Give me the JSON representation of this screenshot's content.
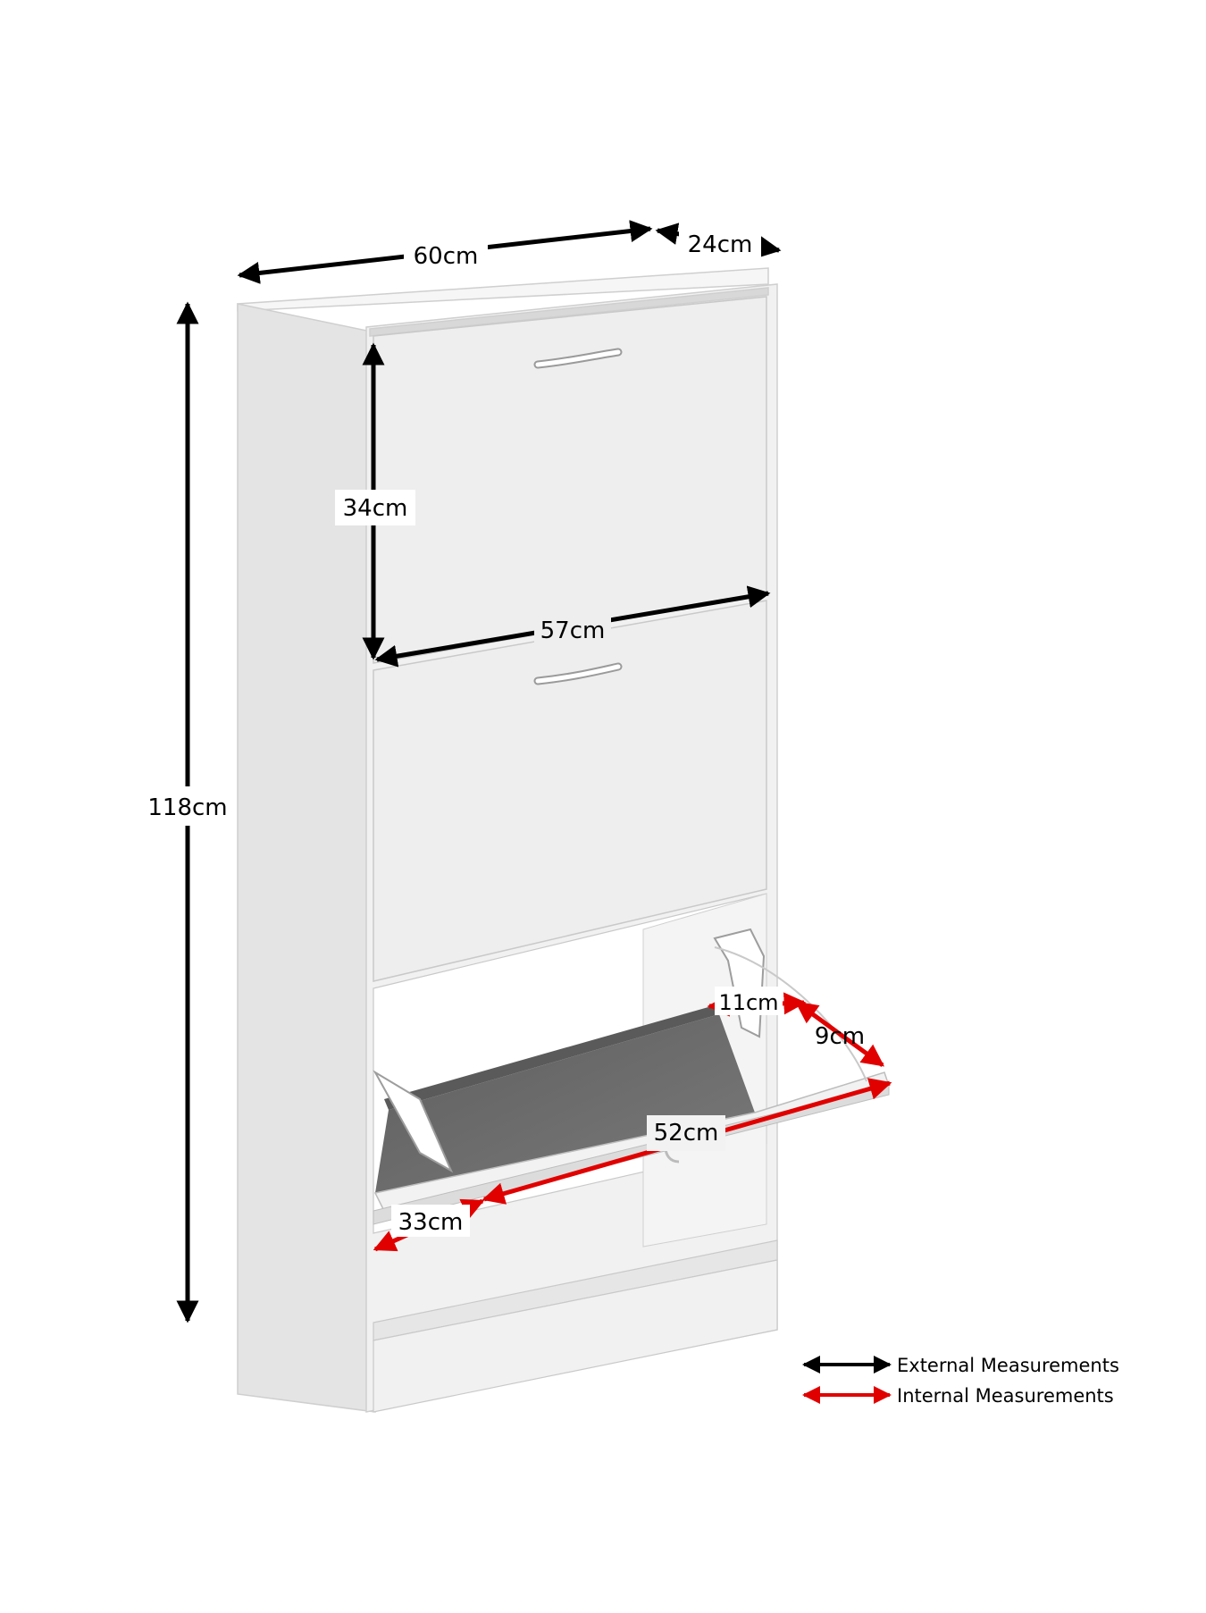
{
  "external_measurements": {
    "width": "60cm",
    "depth": "24cm",
    "height": "118cm"
  },
  "internal_measurements": {
    "drawer_height": "34cm",
    "drawer_width": "57cm",
    "tray_depth_top": "11cm",
    "tray_lip": "9cm",
    "tray_length": "52cm",
    "tray_depth_bottom": "33cm"
  },
  "legend": {
    "external_label": "External Measurements",
    "internal_label": "Internal Measurements"
  },
  "colors": {
    "external_arrow": "#000000",
    "internal_arrow": "#e10000",
    "cabinet_front": "#eeeeee",
    "cabinet_side": "#e2e2e2",
    "cabinet_top": "#f6f6f6",
    "cavity": "#6b6b6b"
  }
}
